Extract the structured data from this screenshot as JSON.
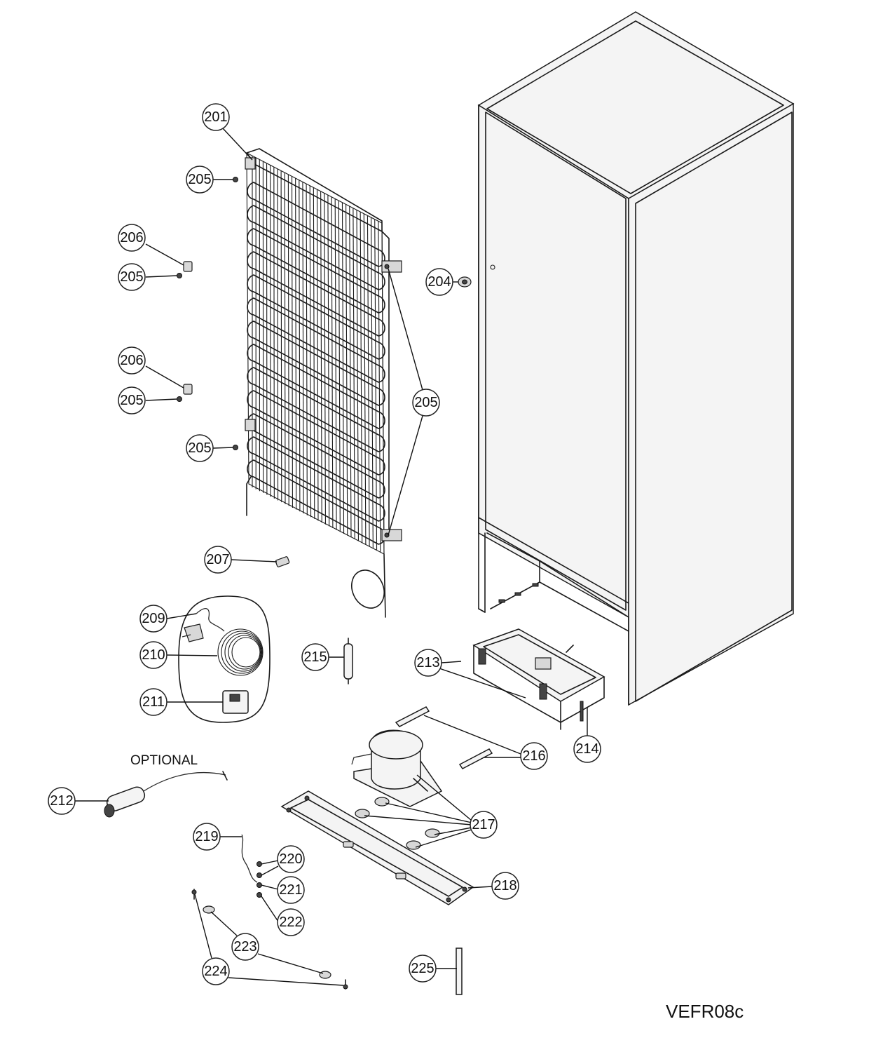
{
  "diagram": {
    "code": "VEFR08c",
    "optional_label": "OPTIONAL",
    "callouts": [
      {
        "id": "c201",
        "label": "201"
      },
      {
        "id": "c205a",
        "label": "205"
      },
      {
        "id": "c206a",
        "label": "206"
      },
      {
        "id": "c205b",
        "label": "205"
      },
      {
        "id": "c206b",
        "label": "206"
      },
      {
        "id": "c205c",
        "label": "205"
      },
      {
        "id": "c205d",
        "label": "205"
      },
      {
        "id": "c205e",
        "label": "205"
      },
      {
        "id": "c204",
        "label": "204"
      },
      {
        "id": "c207",
        "label": "207"
      },
      {
        "id": "c209",
        "label": "209"
      },
      {
        "id": "c210",
        "label": "210"
      },
      {
        "id": "c211",
        "label": "211"
      },
      {
        "id": "c215",
        "label": "215"
      },
      {
        "id": "c213",
        "label": "213"
      },
      {
        "id": "c214",
        "label": "214"
      },
      {
        "id": "c216",
        "label": "216"
      },
      {
        "id": "c212",
        "label": "212"
      },
      {
        "id": "c217",
        "label": "217"
      },
      {
        "id": "c219",
        "label": "219"
      },
      {
        "id": "c220",
        "label": "220"
      },
      {
        "id": "c221",
        "label": "221"
      },
      {
        "id": "c222",
        "label": "222"
      },
      {
        "id": "c218",
        "label": "218"
      },
      {
        "id": "c223",
        "label": "223"
      },
      {
        "id": "c224",
        "label": "224"
      },
      {
        "id": "c225",
        "label": "225"
      }
    ]
  }
}
